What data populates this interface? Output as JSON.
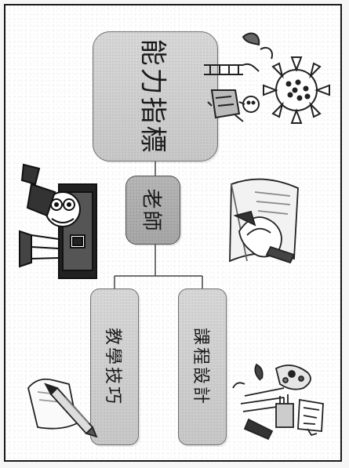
{
  "diagram": {
    "root": {
      "label": "能力指標"
    },
    "middle": {
      "label": "老師"
    },
    "leaves": [
      {
        "id": "skill",
        "label": "教學技巧"
      },
      {
        "id": "design",
        "label": "課程設計"
      }
    ]
  },
  "clipart": [
    {
      "name": "sun-gardener-icon"
    },
    {
      "name": "teacher-at-desk-icon"
    },
    {
      "name": "book-reading-icon"
    },
    {
      "name": "pencil-paper-icon"
    },
    {
      "name": "art-supplies-icon"
    }
  ]
}
